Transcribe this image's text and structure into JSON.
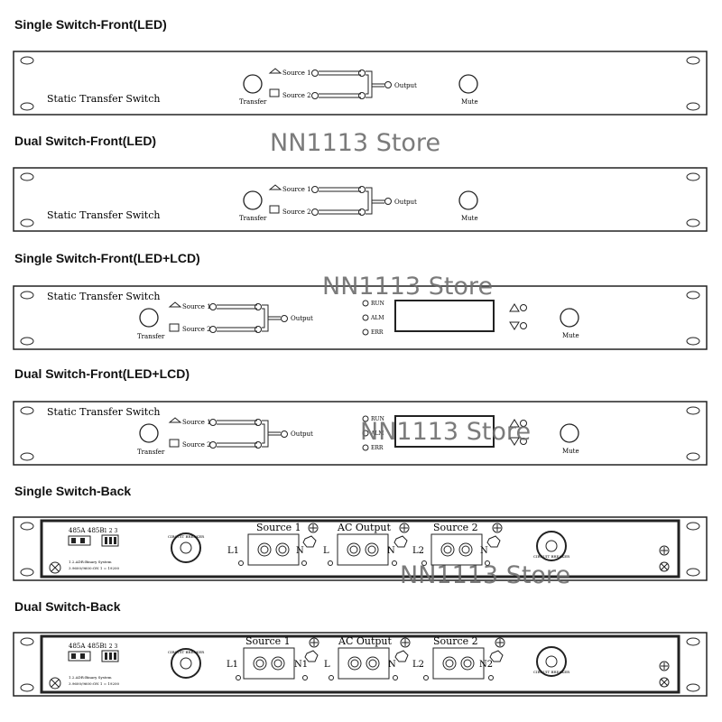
{
  "sections": [
    {
      "title": "Single Switch-Front(LED)"
    },
    {
      "title": "Dual Switch-Front(LED)"
    },
    {
      "title": "Single Switch-Front(LED+LCD)"
    },
    {
      "title": "Dual Switch-Front(LED+LCD)"
    },
    {
      "title": "Single Switch-Back"
    },
    {
      "title": "Dual Switch-Back"
    }
  ],
  "front": {
    "device_name": "Static Transfer Switch",
    "transfer": "Transfer",
    "source1": "Source 1",
    "source2": "Source 2",
    "output": "Output",
    "mute": "Mute",
    "run": "RUN",
    "alm": "ALM",
    "err": "ERR"
  },
  "back": {
    "source1": "Source 1",
    "ac_output": "AC Output",
    "source2": "Source 2",
    "rs485a": "485A",
    "rs485b": "485B",
    "dip_numbers": "1 2 3",
    "l1": "L1",
    "n": "N",
    "l": "L",
    "l2": "L2",
    "n1": "N1",
    "n2": "N2",
    "label_line1": "1.2.ADR:Binary System",
    "label_line2": "3.9600/9600:ON 1 = 19200",
    "breaker_text": "CIRCUIT BREAKER"
  },
  "watermarks": [
    "NN1113 Store",
    "NN1113 Store",
    "NN1113 Store",
    "NN1113 Store"
  ]
}
